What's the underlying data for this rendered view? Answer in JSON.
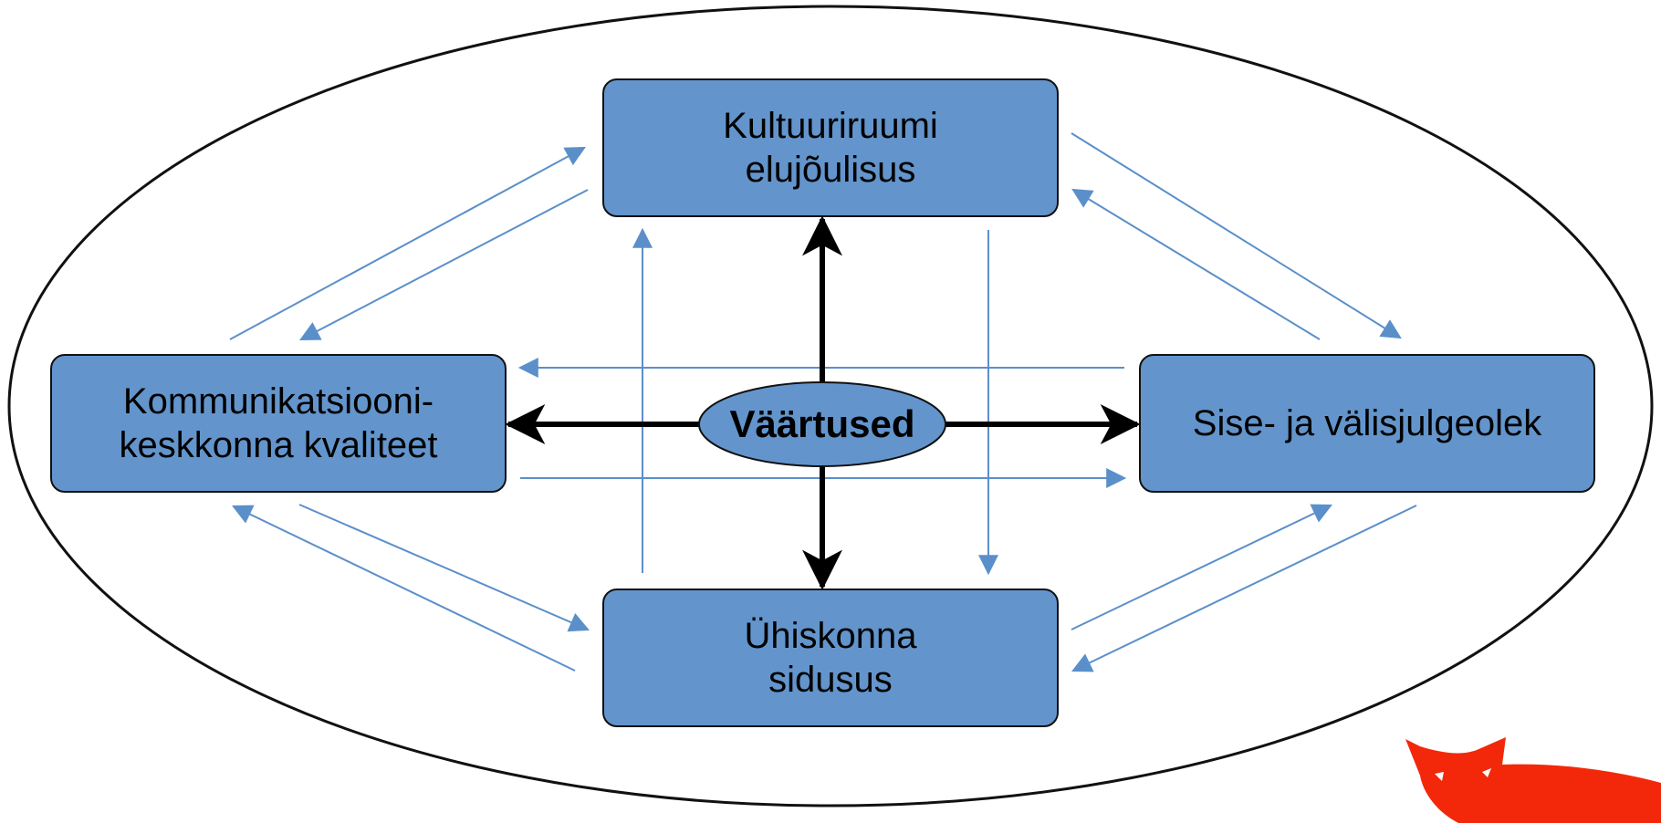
{
  "diagram": {
    "center": {
      "label": "Väärtused"
    },
    "nodes": {
      "top": {
        "line1": "Kultuuriruumi",
        "line2": "elujõulisus"
      },
      "left": {
        "line1": "Kommunikatsiooni-",
        "line2": "keskkonna kvaliteet"
      },
      "right": {
        "line1": "Sise- ja välisjulgeolek"
      },
      "bottom": {
        "line1": "Ühiskonna",
        "line2": "sidusus"
      }
    },
    "colors": {
      "box_fill": "#6395cc",
      "connector": "#5b8fca",
      "main_arrow": "#000000",
      "logo": "#f3280a"
    },
    "logo": {
      "icon": "fox-logo"
    }
  }
}
